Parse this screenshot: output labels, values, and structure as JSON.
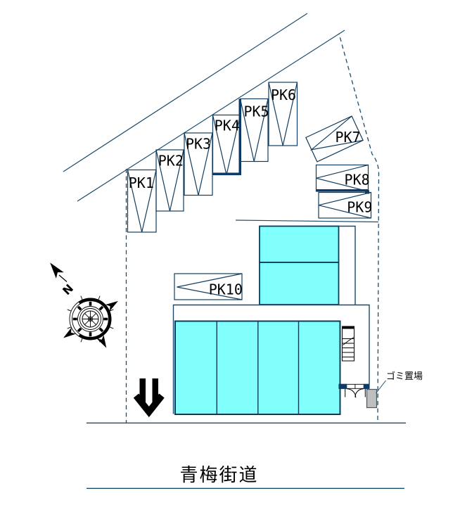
{
  "plan": {
    "road_name": "青梅街道",
    "garbage_area_label": "ゴミ置場",
    "compass_north_label": "N",
    "parking_spaces": [
      {
        "label": "PK1"
      },
      {
        "label": "PK2"
      },
      {
        "label": "PK3"
      },
      {
        "label": "PK4"
      },
      {
        "label": "PK5"
      },
      {
        "label": "PK6"
      },
      {
        "label": "PK7"
      },
      {
        "label": "PK8"
      },
      {
        "label": "PK9"
      },
      {
        "label": "PK10"
      }
    ],
    "colors": {
      "line": "#1d4e6e",
      "room_fill": "#80FFFC",
      "accent": "#0d3a66",
      "garbage_fill": "#bfbfbf",
      "ink": "#000000"
    }
  }
}
